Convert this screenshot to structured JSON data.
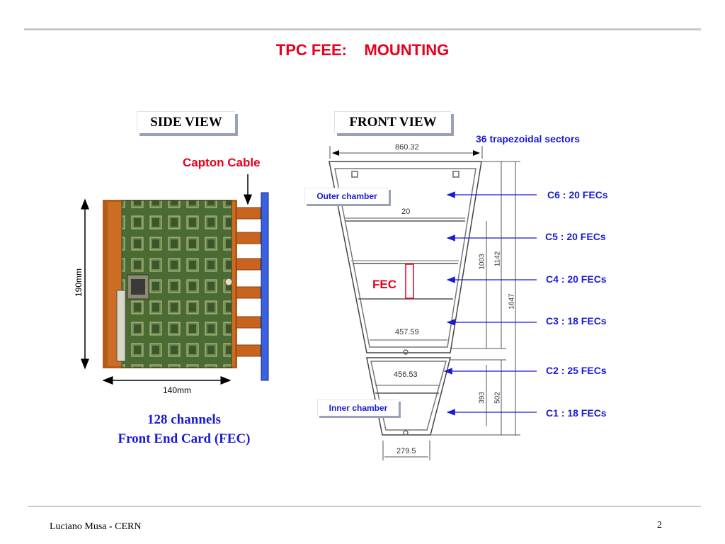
{
  "title": {
    "part1": "TPC FEE:",
    "part2": "MOUNTING"
  },
  "side_view": {
    "label": "SIDE VIEW",
    "cable_label": "Capton Cable",
    "height_dim": "190mm",
    "width_dim": "140mm",
    "caption_line1": "128 channels",
    "caption_line2": "Front End Card (FEC)"
  },
  "front_view": {
    "label": "FRONT VIEW",
    "sectors_note": "36 trapezoidal sectors",
    "outer_chamber": "Outer chamber",
    "inner_chamber": "Inner chamber",
    "fec_label": "FEC",
    "dimensions": {
      "top_width": "860.32",
      "mid_top": "20",
      "outer_bottom_width": "457.59",
      "inner_top_width": "456.53",
      "inner_bottom_width": "279.5",
      "outer_height": "1003",
      "outer_total": "1142",
      "total_height": "1647",
      "inner_height": "393",
      "inner_total": "502"
    },
    "rows": [
      {
        "label": "C6 : 20 FECs"
      },
      {
        "label": "C5 : 20 FECs"
      },
      {
        "label": "C4 : 20 FECs"
      },
      {
        "label": "C3 : 18 FECs"
      },
      {
        "label": "C2 : 25 FECs"
      },
      {
        "label": "C1 : 18 FECs"
      }
    ]
  },
  "colors": {
    "title_red": "#e8001c",
    "label_blue": "#1a1ad6",
    "card_green": "#4a6b34",
    "capton_orange": "#c8641e"
  },
  "footer": {
    "author": "Luciano Musa - CERN",
    "page": "2"
  }
}
